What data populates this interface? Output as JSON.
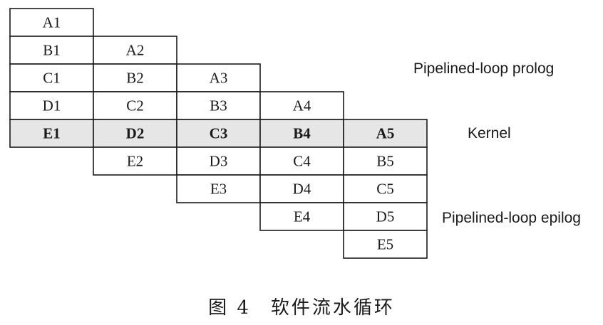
{
  "columns": [
    [
      "A1",
      "B1",
      "C1",
      "D1",
      "E1"
    ],
    [
      "A2",
      "B2",
      "C2",
      "D2",
      "E2"
    ],
    [
      "A3",
      "B3",
      "C3",
      "D3",
      "E3"
    ],
    [
      "A4",
      "B4",
      "C4",
      "D4",
      "E4"
    ],
    [
      "A5",
      "B5",
      "C5",
      "D5",
      "E5"
    ]
  ],
  "kernel_row": 4,
  "labels": {
    "prolog": "Pipelined-loop prolog",
    "kernel": "Kernel",
    "epilog": "Pipelined-loop epilog"
  },
  "caption": {
    "figure": "图 4",
    "title": "软件流水循环"
  }
}
